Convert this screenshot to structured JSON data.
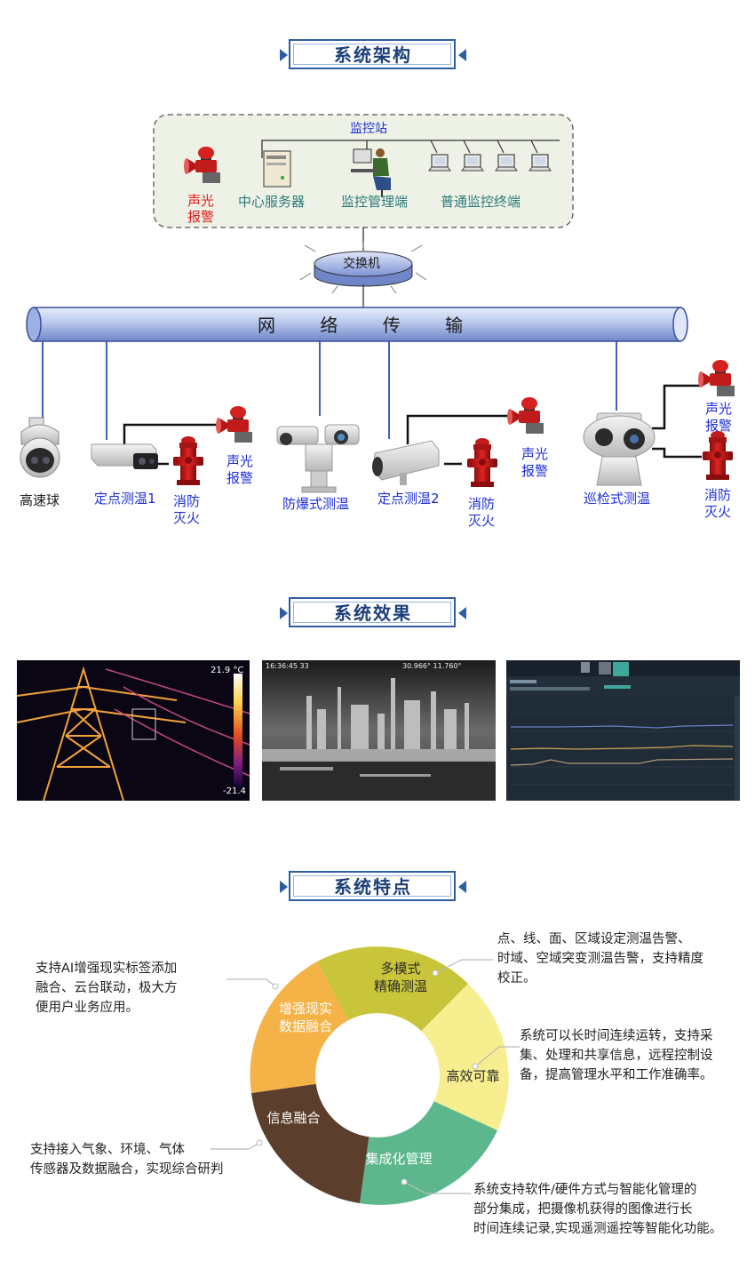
{
  "sections": {
    "architecture": "系统架构",
    "effect": "系统效果",
    "features": "系统特点"
  },
  "architecture": {
    "station_title": "监控站",
    "station_alarm": [
      "声光",
      "报警"
    ],
    "central_server": "中心服务器",
    "mgmt_terminal": "监控管理端",
    "normal_terminal": "普通监控终端",
    "switch": "交换机",
    "network": "网 络 传 输",
    "devices": {
      "speed_dome": "高速球",
      "fixed_1": "定点测温1",
      "explosion_proof": "防爆式测温",
      "fixed_2": "定点测温2",
      "patrol": "巡检式测温"
    },
    "alarm_1": [
      "声光",
      "报警"
    ],
    "fire_1": [
      "消防",
      "灭火"
    ],
    "alarm_2": [
      "声光",
      "报警"
    ],
    "fire_2": [
      "消防",
      "灭火"
    ],
    "alarm_3": [
      "声光",
      "报警"
    ],
    "fire_3": [
      "消防",
      "灭火"
    ]
  },
  "effect": {
    "thermal_max": "21.9 °C",
    "thermal_min": "-21.4",
    "night_timestamp": "16:36:45 33",
    "night_coords": "30.966° 11.760°"
  },
  "features": {
    "segments": {
      "multi_mode": [
        "多模式",
        "精确测温"
      ],
      "efficient": [
        "高效可靠"
      ],
      "integrated": [
        "集成化管理"
      ],
      "data_fusion": [
        "信息融合"
      ],
      "ar": [
        "增强现实",
        "数据融合"
      ]
    },
    "captions": {
      "multi_mode": [
        "点、线、面、区域设定测温告警、",
        "时域、空域突变测温告警，支持精度",
        "校正。"
      ],
      "efficient": [
        "系统可以长时间连续运转，支持采",
        "集、处理和共享信息，远程控制设",
        "备，提高管理水平和工作准确率。"
      ],
      "integrated": [
        "系统支持软件/硬件方式与智能化管理的",
        "部分集成，把摄像机获得的图像进行长",
        "时间连续记录,实现遥测遥控等智能化功能。"
      ],
      "data_fusion": [
        "支持接入气象、环境、气体",
        "传感器及数据融合，实现综合研判"
      ],
      "ar": [
        "支持AI增强现实标签添加",
        "融合、云台联动，极大方",
        "便用户业务应用。"
      ]
    },
    "colors": {
      "multi_mode": "#c9c53a",
      "efficient": "#f7ee8f",
      "integrated": "#5cb88c",
      "data_fusion": "#5b3f2c",
      "ar": "#f5b246"
    }
  }
}
